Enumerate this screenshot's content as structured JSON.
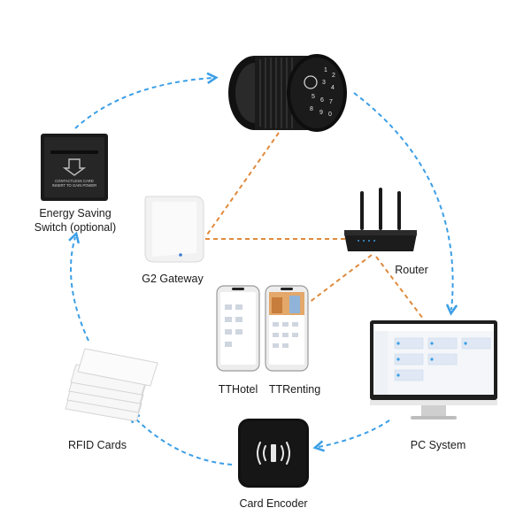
{
  "diagram": {
    "nodes": {
      "energy_switch": {
        "label": "Energy Saving\nSwitch (optional)",
        "panel_text": "CONTACTLESS CARD\nINSERT TO GAIN POWER"
      },
      "gateway": {
        "label": "G2 Gateway"
      },
      "router": {
        "label": "Router"
      },
      "tthotel": {
        "label": "TTHotel"
      },
      "ttrenting": {
        "label": "TTRenting"
      },
      "pc_system": {
        "label": "PC System"
      },
      "rfid_cards": {
        "label": "RFID Cards"
      },
      "card_encoder": {
        "label": "Card Encoder"
      },
      "smart_lock": {
        "label": ""
      }
    },
    "colors": {
      "cycle_arrow": "#3a9ee6",
      "network_link": "#e08a3c",
      "device_dark": "#1c1c1c"
    }
  }
}
